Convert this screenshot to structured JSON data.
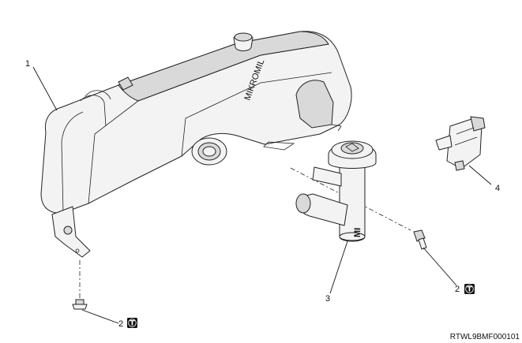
{
  "callouts": {
    "c1": "1",
    "c2_bottom": "2",
    "c2_right": "2",
    "c3": "3",
    "c4": "4"
  },
  "torque_symbol": {
    "glyph": "T",
    "fill": "#111111"
  },
  "tank_label": {
    "text": "MIKROMIL"
  },
  "pipe_label": {
    "text": "MI"
  },
  "drawing_code": "RTWL9BMF000101",
  "colors": {
    "line": "#222222",
    "part_fill": "#f3f3f3",
    "shade": "#d9d9d9"
  }
}
